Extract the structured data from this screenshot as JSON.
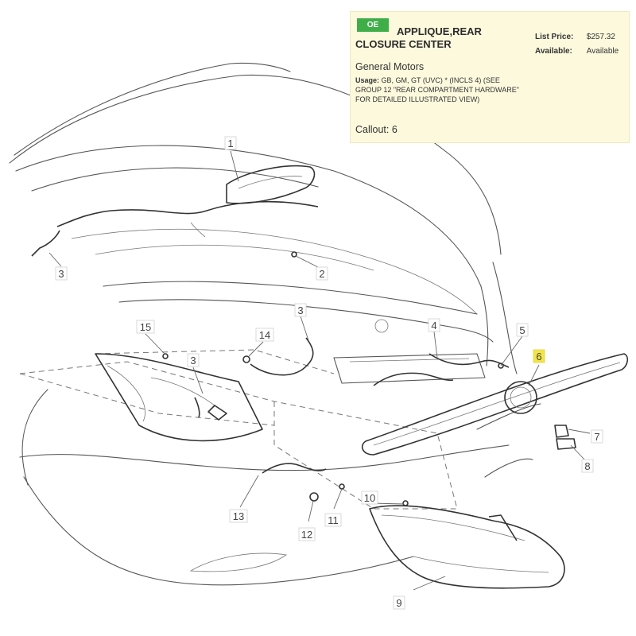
{
  "part_info": {
    "badge": "OE",
    "name": "APPLIQUE,REAR CLOSURE CENTER",
    "manufacturer": "General Motors",
    "usage_label": "Usage:",
    "usage_text": "GB, GM, GT (UVC) * (INCLS 4) (SEE GROUP 12 \"REAR COMPARTMENT HARDWARE\" FOR DETAILED ILLUSTRATED VIEW)",
    "callout_text": "Callout: 6",
    "list_price_label": "List Price:",
    "list_price_value": "$257.32",
    "available_label": "Available:",
    "available_value": "Available",
    "badge_color": "#3fae49",
    "card_color": "#fdf9dd"
  },
  "callouts": [
    {
      "id": "1",
      "label": "1"
    },
    {
      "id": "2",
      "label": "2"
    },
    {
      "id": "3a",
      "label": "3"
    },
    {
      "id": "3b",
      "label": "3"
    },
    {
      "id": "3c",
      "label": "3"
    },
    {
      "id": "4",
      "label": "4"
    },
    {
      "id": "5",
      "label": "5"
    },
    {
      "id": "6",
      "label": "6",
      "highlighted": true
    },
    {
      "id": "7",
      "label": "7"
    },
    {
      "id": "8",
      "label": "8"
    },
    {
      "id": "9",
      "label": "9"
    },
    {
      "id": "10",
      "label": "10"
    },
    {
      "id": "11",
      "label": "11"
    },
    {
      "id": "12",
      "label": "12"
    },
    {
      "id": "13",
      "label": "13"
    },
    {
      "id": "14",
      "label": "14"
    },
    {
      "id": "15",
      "label": "15"
    }
  ],
  "highlight_color": "#f2e54a"
}
